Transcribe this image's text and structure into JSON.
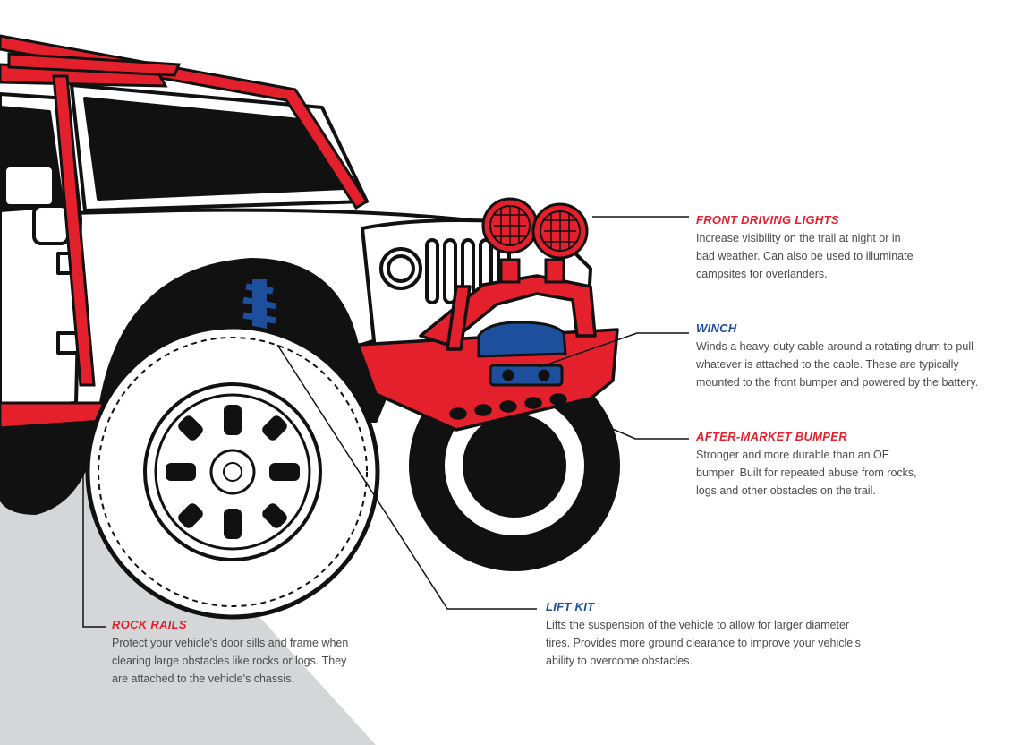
{
  "colors": {
    "accent_red": "#e3202c",
    "accent_blue": "#1e4f9c",
    "body_text": "#4a4a4a",
    "ground_gray": "#d5d6d8"
  },
  "callouts": {
    "driving_lights": {
      "title": "FRONT DRIVING LIGHTS",
      "lines": [
        "Increase visibility on the trail at night or in",
        "bad weather. Can also be used to illuminate",
        "campsites for overlanders."
      ]
    },
    "winch": {
      "title": "WINCH",
      "lines": [
        "Winds a heavy-duty cable around a rotating drum to pull",
        "whatever is attached to the cable. These are typically",
        "mounted to the front bumper and powered by the battery."
      ]
    },
    "bumper": {
      "title": "AFTER-MARKET BUMPER",
      "lines": [
        "Stronger and more durable than an OE",
        "bumper. Built for repeated abuse from rocks,",
        "logs and other obstacles on the trail."
      ]
    },
    "lift_kit": {
      "title": "LIFT KIT",
      "lines": [
        "Lifts the suspension of the vehicle to allow for larger diameter",
        "tires. Provides more ground clearance to improve your vehicle's",
        "ability to overcome obstacles."
      ]
    },
    "rock_rails": {
      "title": "ROCK RAILS",
      "lines": [
        "Protect your vehicle's door sills and frame when",
        "clearing large obstacles like rocks or logs. They",
        "are attached to the vehicle's chassis."
      ]
    }
  }
}
